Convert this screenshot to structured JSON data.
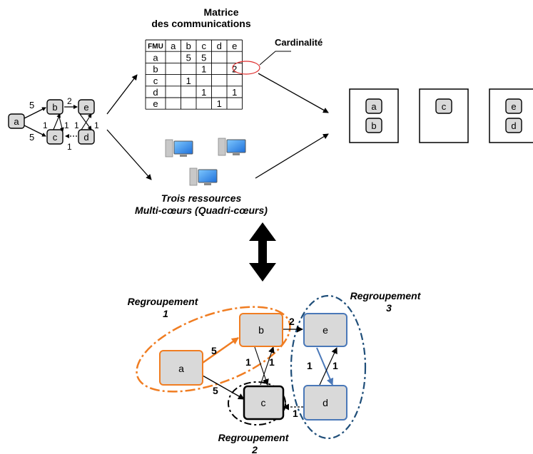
{
  "matrix": {
    "title_line1": "Matrice",
    "title_line2": "des communications",
    "corner": "FMU",
    "headers": [
      "a",
      "b",
      "c",
      "d",
      "e"
    ],
    "rows": [
      {
        "label": "a",
        "cells": [
          "",
          "5",
          "5",
          "",
          ""
        ]
      },
      {
        "label": "b",
        "cells": [
          "",
          "",
          "1",
          "",
          "2"
        ]
      },
      {
        "label": "c",
        "cells": [
          "",
          "1",
          "",
          "",
          ""
        ]
      },
      {
        "label": "d",
        "cells": [
          "",
          "",
          "1",
          "",
          "1"
        ]
      },
      {
        "label": "e",
        "cells": [
          "",
          "",
          "",
          "1",
          ""
        ]
      }
    ],
    "cardinality_label": "Cardinalité"
  },
  "small_graph": {
    "nodes": [
      "a",
      "b",
      "c",
      "d",
      "e"
    ],
    "edge_labels": {
      "a_b": "5",
      "a_c": "5",
      "b_e": "2",
      "c_b": "1",
      "b_c": "1",
      "e_d": "1",
      "d_e": "1",
      "d_c": "1"
    }
  },
  "resources": {
    "label_line1": "Trois ressources",
    "label_line2": "Multi-cœurs (Quadri-cœurs)"
  },
  "allocation": [
    {
      "items": [
        "a",
        "b"
      ]
    },
    {
      "items": [
        "c"
      ]
    },
    {
      "items": [
        "e",
        "d"
      ]
    }
  ],
  "big_graph": {
    "nodes": [
      "a",
      "b",
      "c",
      "d",
      "e"
    ],
    "edge_labels": {
      "a_b": "5",
      "a_c": "5",
      "b_e": "2",
      "c_b": "1",
      "b_c": "1",
      "e_d": "1",
      "d_e": "1",
      "d_c": "1"
    },
    "groups": [
      {
        "line1": "Regroupement",
        "line2": "1"
      },
      {
        "line1": "Regroupement",
        "line2": "2"
      },
      {
        "line1": "Regroupement",
        "line2": "3"
      }
    ]
  },
  "colors": {
    "orange": "#f07d22",
    "blue": "#4a78b8",
    "dark_blue": "#1f4e79",
    "node_fill": "#d9d9d9"
  }
}
